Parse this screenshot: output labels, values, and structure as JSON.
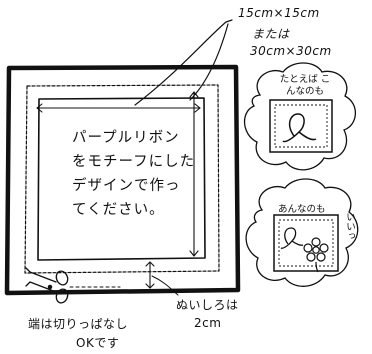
{
  "size_note": {
    "line1": "15cm×15cm",
    "line2": "または",
    "line3": "30cm×30cm"
  },
  "instruction": {
    "line1": "パープルリボン",
    "line2": "をモチーフにした",
    "line3": "デザインで作っ",
    "line4": "てください。"
  },
  "example1": {
    "label": "たとえば こんなのも"
  },
  "example2": {
    "label_left": "あんなのも",
    "label_right": "いいっ"
  },
  "edge_note": {
    "line1": "端は切りっぱなし",
    "line2": "OKです"
  },
  "margin_note": {
    "line1": "ぬいしろは",
    "line2": "2cm"
  },
  "colors": {
    "ink": "#111111",
    "paper": "#ffffff"
  }
}
